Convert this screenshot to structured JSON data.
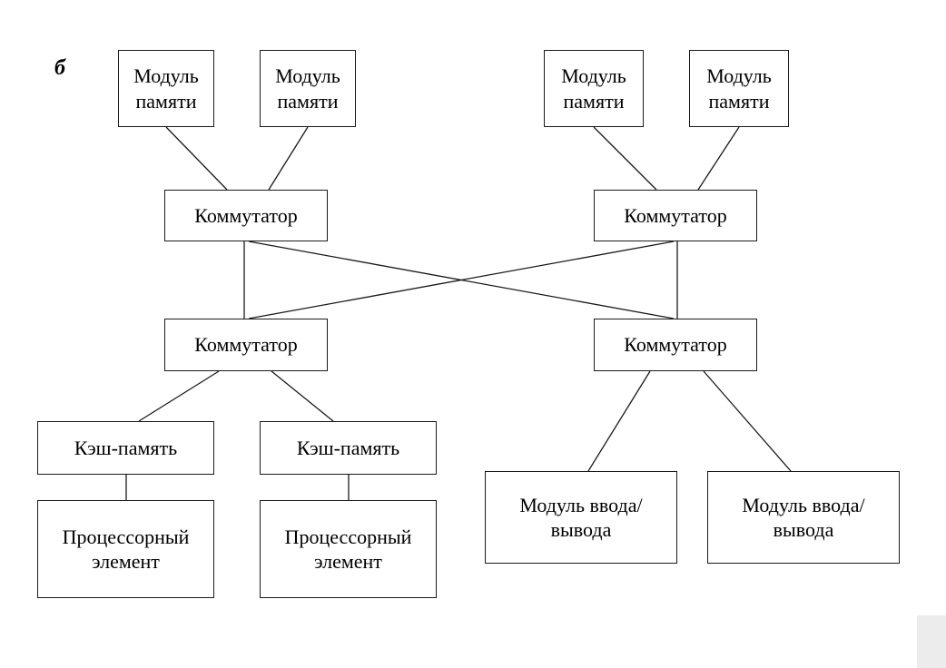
{
  "figure": {
    "label": "б"
  },
  "nodes": {
    "mem1": {
      "label": "Модуль\nпамяти"
    },
    "mem2": {
      "label": "Модуль\nпамяти"
    },
    "mem3": {
      "label": "Модуль\nпамяти"
    },
    "mem4": {
      "label": "Модуль\nпамяти"
    },
    "sw1": {
      "label": "Коммутатор"
    },
    "sw2": {
      "label": "Коммутатор"
    },
    "sw3": {
      "label": "Коммутатор"
    },
    "sw4": {
      "label": "Коммутатор"
    },
    "cache1": {
      "label": "Кэш-память"
    },
    "cache2": {
      "label": "Кэш-память"
    },
    "proc1": {
      "label": "Процессорный\nэлемент"
    },
    "proc2": {
      "label": "Процессорный\nэлемент"
    },
    "io1": {
      "label": "Модуль ввода/\nвывода"
    },
    "io2": {
      "label": "Модуль ввода/\nвывода"
    }
  },
  "colors": {
    "line": "#1a1a1a",
    "background": "#ffffff",
    "page_edge": "#ececec"
  }
}
